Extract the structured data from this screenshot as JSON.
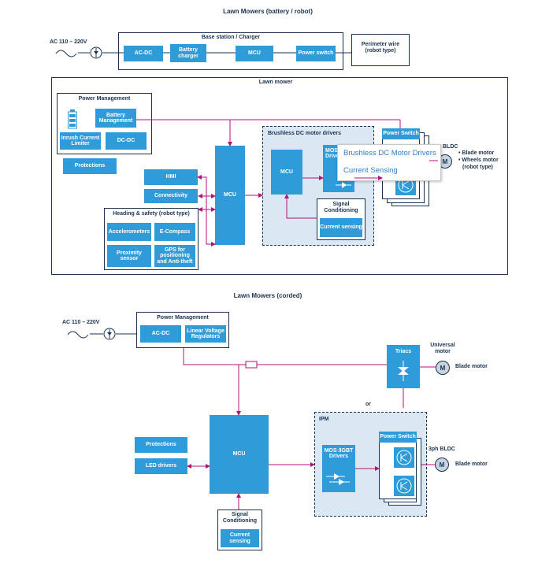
{
  "diagram1": {
    "title": "Lawn Mowers (battery / robot)",
    "ac_input": "AC 110 – 220V",
    "base_station": {
      "title": "Base station / Charger",
      "acdc": "AC-DC",
      "battery_charger": "Battery charger",
      "mcu": "MCU",
      "power_switch": "Power switch"
    },
    "perimeter_wire": "Perimeter wire (robot type)",
    "lawn_mower": {
      "title": "Lawn mower",
      "power_management": {
        "title": "Power Management",
        "battery_management": "Battery Management",
        "inrush": "Inrush Current Limiter",
        "dcdc": "DC-DC"
      },
      "protections": "Protections",
      "hmi": "HMI",
      "connectivity": "Connectivity",
      "heading_safety": {
        "title": "Heading & safety (robot type)",
        "accelerometers": "Accelerometers",
        "ecompass": "E-Compass",
        "proximity": "Proximity sensor",
        "gps": "GPS for positioning and Anti-theft"
      },
      "mcu": "MCU",
      "bldc_drivers": {
        "title": "Brushless DC motor drivers",
        "mcu": "MCU",
        "mos_drivers": "MOS Drivers",
        "signal_conditioning": "Signal Conditioning",
        "current_sensing": "Current sensing"
      },
      "power_switch": "Power Switch",
      "bldc_label": "BLDC",
      "motor": "M",
      "outputs": [
        "• Blade motor",
        "• Wheels motor",
        "(robot type)"
      ]
    },
    "tooltip": [
      "Brushless DC Motor Drivers",
      "Current Sensing"
    ]
  },
  "diagram2": {
    "title": "Lawn Mowers (corded)",
    "ac_input": "AC 110 – 220V",
    "power_management": {
      "title": "Power Management",
      "acdc": "AC-DC",
      "ldo": "Linear Voltage Regulators"
    },
    "triacs": "Triacs",
    "universal_motor": "Universal motor",
    "motor": "M",
    "blade_motor_1": "Blade motor",
    "or": "or",
    "protections": "Protections",
    "led_drivers": "LED drivers",
    "mcu": "MCU",
    "ipm": {
      "title": "IPM",
      "mos_igbt": "MOS /IGBT Drivers",
      "power_switch": "Power Switch"
    },
    "bldc_label": "3ph BLDC",
    "blade_motor_2": "Blade motor",
    "signal_conditioning": "Signal Conditioning",
    "current_sensing": "Current sensing"
  },
  "colors": {
    "block": "#2f9bd8",
    "wire": "#b5127a",
    "line": "#1a3350",
    "panel": "#dbe8f4"
  }
}
